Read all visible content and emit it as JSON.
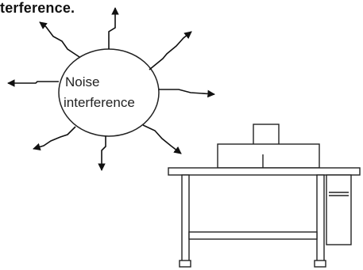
{
  "caption_fragment": "terference.",
  "ellipse_label_line1": "Noise",
  "ellipse_label_line2": "interference"
}
